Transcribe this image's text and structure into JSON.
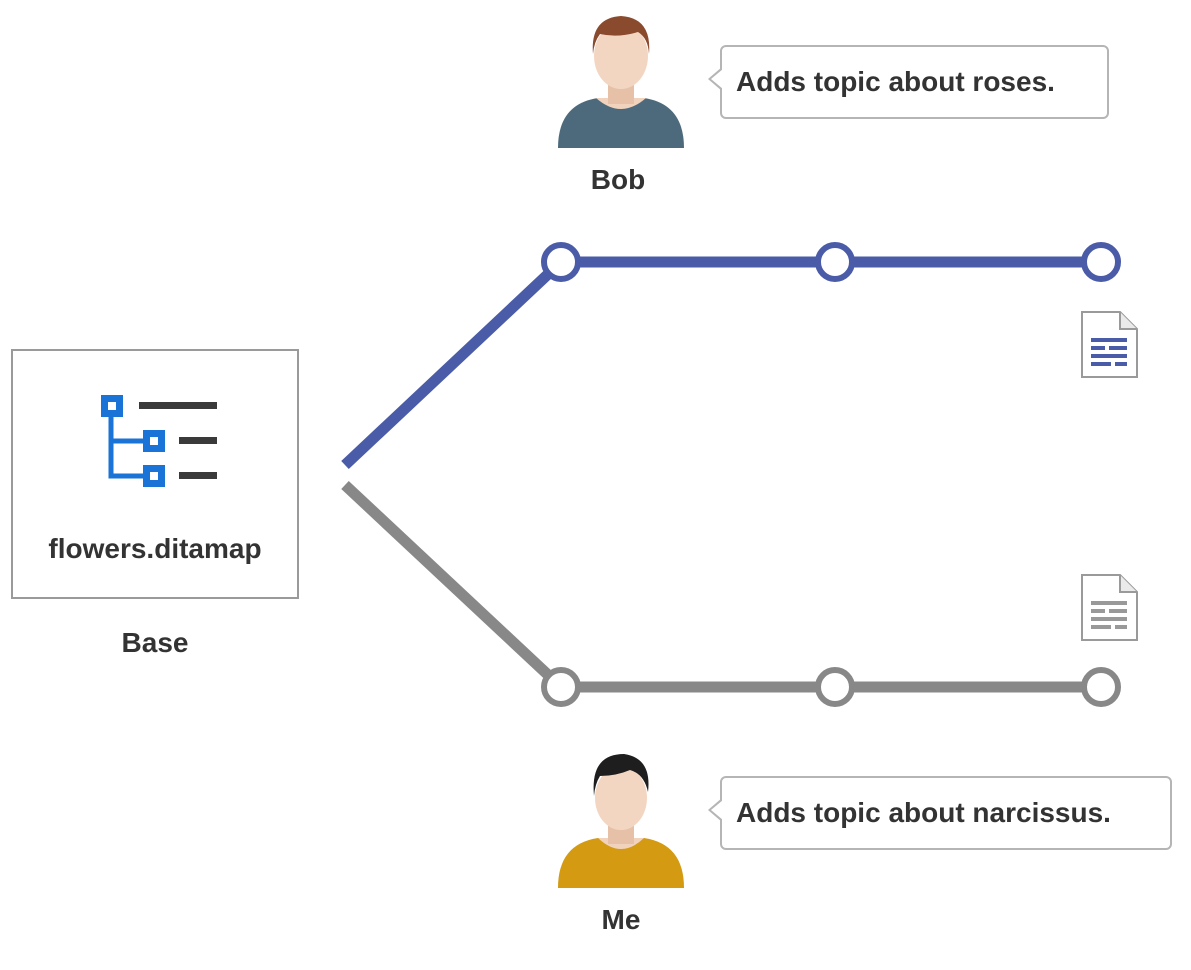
{
  "base": {
    "file_name": "flowers.ditamap",
    "label": "Base",
    "icon": "ditamap-tree-icon"
  },
  "bob": {
    "name": "Bob",
    "comment": "Adds topic about roses.",
    "avatar": "bob-avatar-icon",
    "branch_color": "#4a5ba8",
    "commit_count": 3,
    "document_icon": "topic-document-icon"
  },
  "me": {
    "name": "Me",
    "comment": "Adds topic about narcissus.",
    "avatar": "me-avatar-icon",
    "branch_color": "#888888",
    "commit_count": 3,
    "document_icon": "topic-document-icon"
  }
}
